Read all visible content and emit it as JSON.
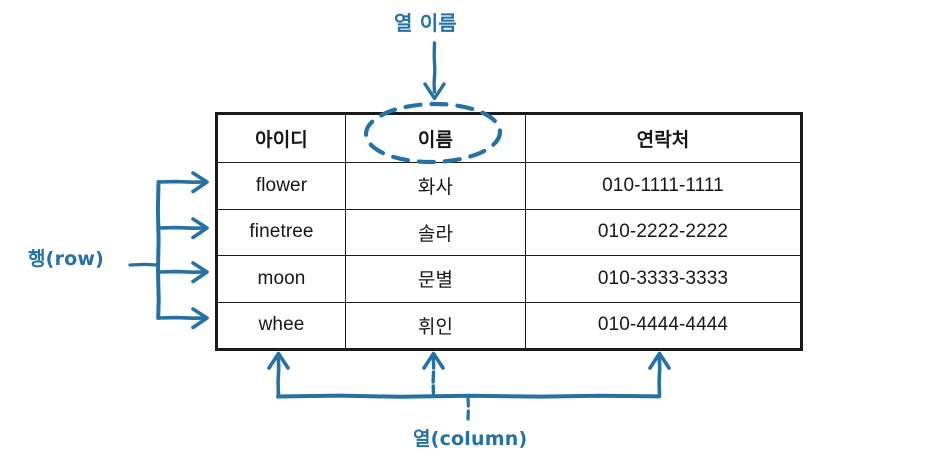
{
  "diagram": {
    "title_annotation": "열 이름",
    "row_annotation": "행(row)",
    "column_annotation": "열(column)",
    "accent_color": "#2272A8",
    "table_border_color": "#1a1a1a",
    "highlighted_header": "이름"
  },
  "table": {
    "headers": [
      "아이디",
      "이름",
      "연락처"
    ],
    "rows": [
      {
        "id": "flower",
        "name": "화사",
        "phone": "010-1111-1111"
      },
      {
        "id": "finetree",
        "name": "솔라",
        "phone": "010-2222-2222"
      },
      {
        "id": "moon",
        "name": "문별",
        "phone": "010-3333-3333"
      },
      {
        "id": "whee",
        "name": "휘인",
        "phone": "010-4444-4444"
      }
    ]
  },
  "icons": {
    "arrow_down": "arrow-down-icon",
    "arrow_right": "arrow-right-icon",
    "arrow_up": "arrow-up-icon",
    "ellipse_highlight": "dashed-ellipse-icon"
  }
}
